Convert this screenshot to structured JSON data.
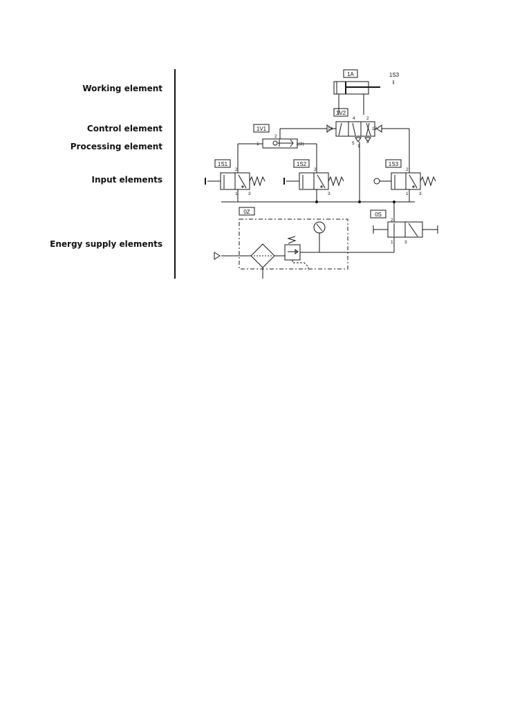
{
  "levels": [
    {
      "key": "working",
      "label": "Working element"
    },
    {
      "key": "control",
      "label": "Control element"
    },
    {
      "key": "processing",
      "label": "Processing element"
    },
    {
      "key": "input",
      "label": "Input elements"
    },
    {
      "key": "energy",
      "label": "Energy supply elements"
    }
  ],
  "components": {
    "cylinder": "1A",
    "cylinder_switch": "1S3",
    "control_valve": "1V2",
    "processing_valve": "1V1",
    "input_valve_1": "1S1",
    "input_valve_2": "1S2",
    "input_valve_3": "1S3",
    "service_unit": "0Z",
    "supply_valve": "0S"
  },
  "ports": {
    "p2": "2",
    "p4": "4",
    "p5": "5",
    "p1": "1",
    "p3": "3",
    "p14": "14",
    "p12": "12",
    "p1_3": "1(3)"
  }
}
